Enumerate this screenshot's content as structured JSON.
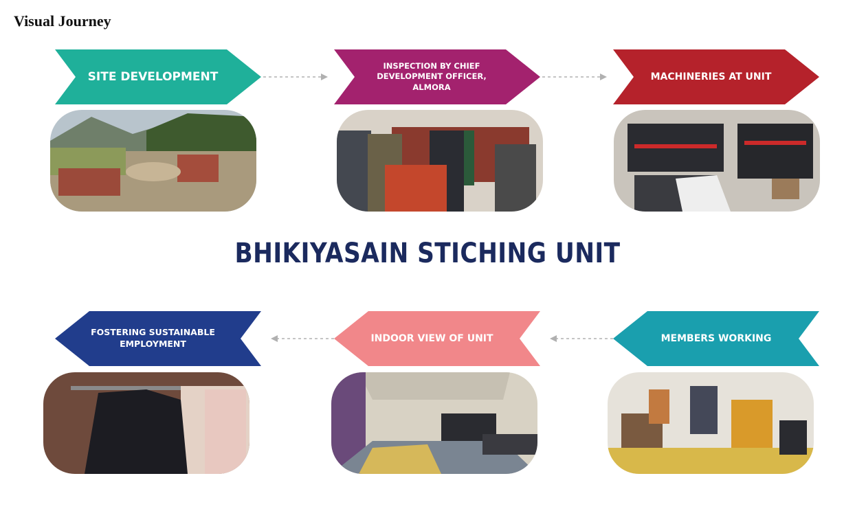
{
  "page": {
    "title": "Visual Journey",
    "main_title": "BHIKIYASAIN STICHING UNIT"
  },
  "colors": {
    "teal": "#1fb09a",
    "magenta": "#a3226e",
    "red": "#b5222b",
    "navy": "#213d8c",
    "salmon": "#f1878a",
    "cyan": "#1a9fae",
    "title": "#1b2a5e",
    "connector": "#b0b0b0"
  },
  "steps": [
    {
      "label": "SITE DEVELOPMENT",
      "color": "#1fb09a",
      "photo": "site-development-photo"
    },
    {
      "label": "INSPECTION BY CHIEF DEVELOPMENT OFFICER, ALMORA",
      "color": "#a3226e",
      "photo": "inspection-photo"
    },
    {
      "label": "MACHINERIES AT UNIT",
      "color": "#b5222b",
      "photo": "machineries-photo"
    },
    {
      "label": "MEMBERS WORKING",
      "color": "#1a9fae",
      "photo": "members-working-photo"
    },
    {
      "label": "INDOOR VIEW OF UNIT",
      "color": "#f1878a",
      "photo": "indoor-view-photo"
    },
    {
      "label": "FOSTERING SUSTAINABLE EMPLOYMENT",
      "color": "#213d8c",
      "photo": "employment-photo"
    }
  ]
}
